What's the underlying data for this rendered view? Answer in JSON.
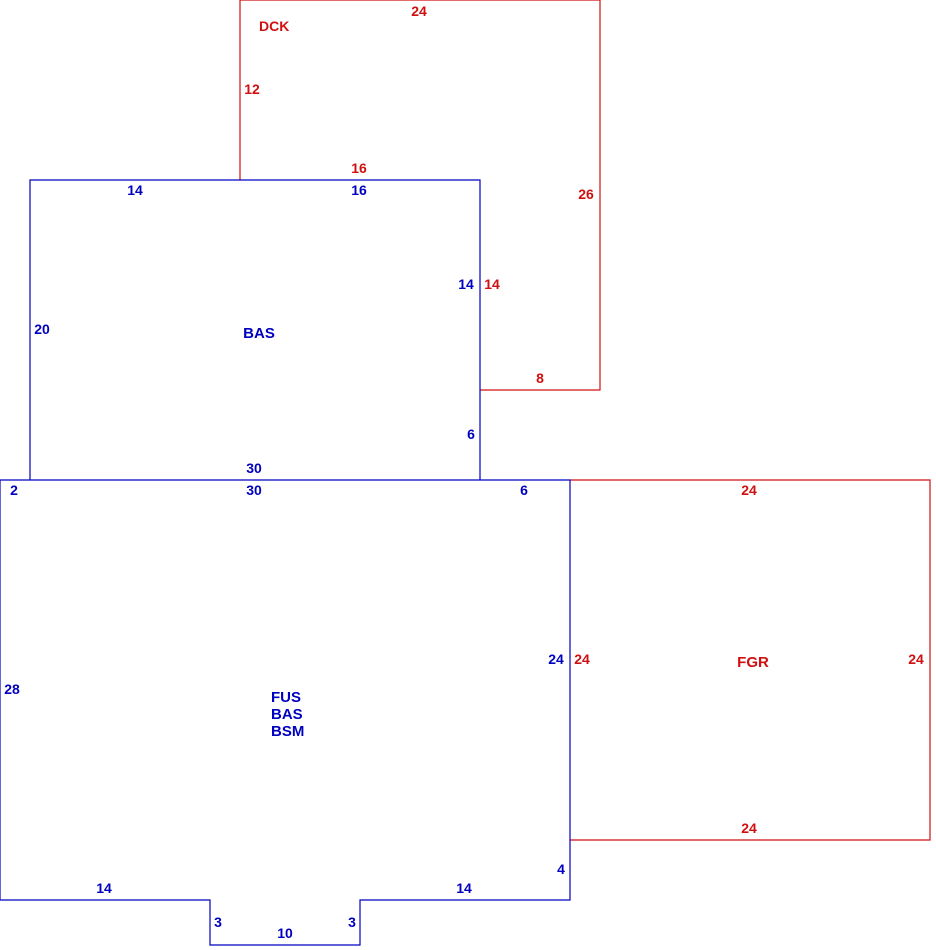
{
  "colors": {
    "blue": "#0000c0",
    "red": "#d01010"
  },
  "areas": {
    "dck": {
      "code": "DCK"
    },
    "bas_upper": {
      "code": "BAS"
    },
    "main": {
      "code_1": "FUS",
      "code_2": "BAS",
      "code_3": "BSM"
    },
    "fgr": {
      "code": "FGR"
    }
  },
  "dimensions": {
    "dck": {
      "top": "24",
      "left": "12",
      "bottom_left": "16",
      "right": "26",
      "inner_vertical": "14",
      "bottom_right": "8"
    },
    "bas": {
      "top_left": "14",
      "top_right": "16",
      "left": "20",
      "right_upper": "14",
      "right_lower": "6",
      "bottom": "30"
    },
    "main": {
      "top_left": "2",
      "top": "30",
      "top_right": "6",
      "left": "28",
      "right": "24",
      "bottom_right_vertical": "4",
      "bottom_left": "14",
      "bottom_right": "14",
      "notch_left": "3",
      "notch_bottom": "10",
      "notch_right": "3"
    },
    "fgr": {
      "top": "24",
      "left": "24",
      "right": "24",
      "bottom": "24"
    }
  }
}
